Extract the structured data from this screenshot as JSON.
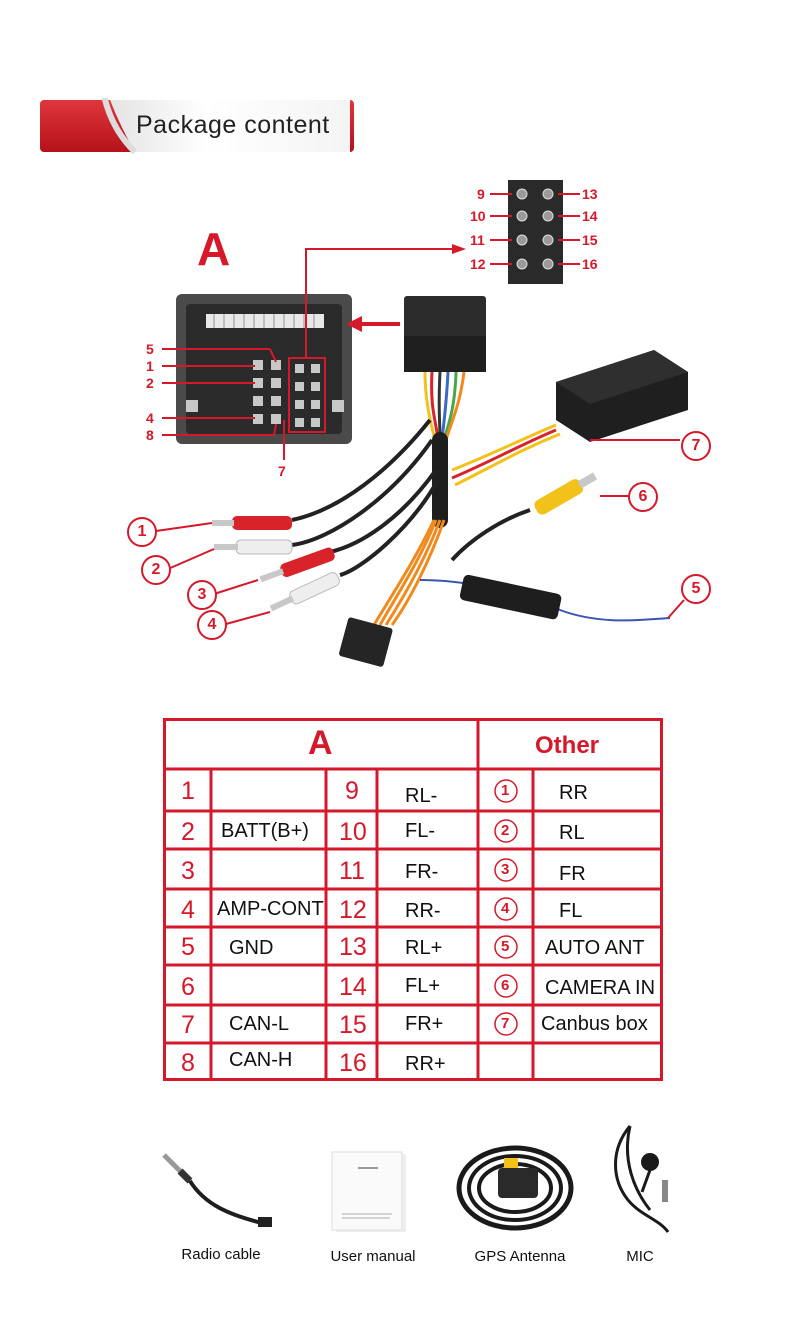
{
  "header": {
    "title": "Package content"
  },
  "diagram": {
    "connector_label": "A",
    "left_pins": [
      "5",
      "1",
      "2",
      "4",
      "8"
    ],
    "bottom_pin": "7",
    "pinout_left": [
      "9",
      "10",
      "11",
      "12"
    ],
    "pinout_right": [
      "13",
      "14",
      "15",
      "16"
    ],
    "callouts": [
      "1",
      "2",
      "3",
      "4",
      "5",
      "6",
      "7"
    ]
  },
  "table": {
    "header_a": "A",
    "header_other": "Other",
    "col1": [
      {
        "num": "1",
        "label": ""
      },
      {
        "num": "2",
        "label": "BATT(B+)"
      },
      {
        "num": "3",
        "label": ""
      },
      {
        "num": "4",
        "label": "AMP-CONT"
      },
      {
        "num": "5",
        "label": "GND"
      },
      {
        "num": "6",
        "label": ""
      },
      {
        "num": "7",
        "label": "CAN-L"
      },
      {
        "num": "8",
        "label": "CAN-H"
      }
    ],
    "col2": [
      {
        "num": "9",
        "label": "RL-"
      },
      {
        "num": "10",
        "label": "FL-"
      },
      {
        "num": "11",
        "label": "FR-"
      },
      {
        "num": "12",
        "label": "RR-"
      },
      {
        "num": "13",
        "label": "RL+"
      },
      {
        "num": "14",
        "label": "FL+"
      },
      {
        "num": "15",
        "label": "FR+"
      },
      {
        "num": "16",
        "label": "RR+"
      }
    ],
    "other": [
      {
        "num": "1",
        "label": "RR"
      },
      {
        "num": "2",
        "label": "RL"
      },
      {
        "num": "3",
        "label": "FR"
      },
      {
        "num": "4",
        "label": "FL"
      },
      {
        "num": "5",
        "label": "AUTO ANT"
      },
      {
        "num": "6",
        "label": "CAMERA IN"
      },
      {
        "num": "7",
        "label": "Canbus box"
      },
      {
        "num": "",
        "label": ""
      }
    ]
  },
  "accessories": {
    "radio_cable": "Radio cable",
    "user_manual": "User manual",
    "gps_antenna": "GPS Antenna",
    "mic": "MIC"
  },
  "colors": {
    "accent": "#d6182b",
    "wire_red": "#d8232b",
    "wire_yellow": "#f2c21b"
  }
}
